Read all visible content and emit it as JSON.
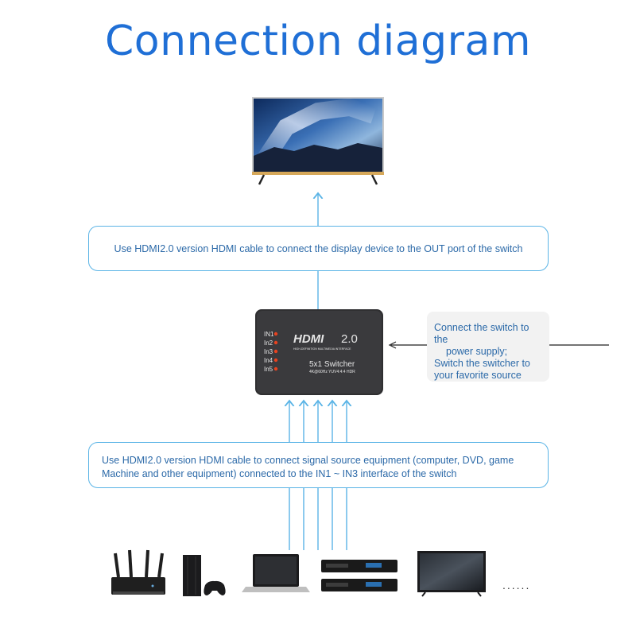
{
  "title": "Connection diagram",
  "notes": {
    "output": "Use HDMI2.0 version HDMI cable to connect the display device to the OUT port of the switch",
    "input_line1": "Use HDMI2.0 version HDMI cable to connect signal source equipment (computer, DVD, game",
    "input_line2": "Machine and other equipment) connected to the IN1 ~ IN3 interface of the switch",
    "power_line1": "Connect the switch to the",
    "power_line2": "power supply;",
    "power_line3": "Switch the switcher to",
    "power_line4": "your favorite source"
  },
  "switch": {
    "logo": "HDMI",
    "version": "2.0",
    "fine_print": "HIGH-DEFINITION MULTIMEDIA INTERFACE",
    "model": "5x1 Switcher",
    "spec": "4K@60Hz YUV4:4:4 HDR",
    "ports": [
      "IN1",
      "In2",
      "In3",
      "In4",
      "In5"
    ]
  },
  "more_devices": "......",
  "colors": {
    "title": "#1f6fd6",
    "arrow": "#5bb4e6",
    "note_text": "#2b69a8",
    "led": "#e8421f"
  }
}
